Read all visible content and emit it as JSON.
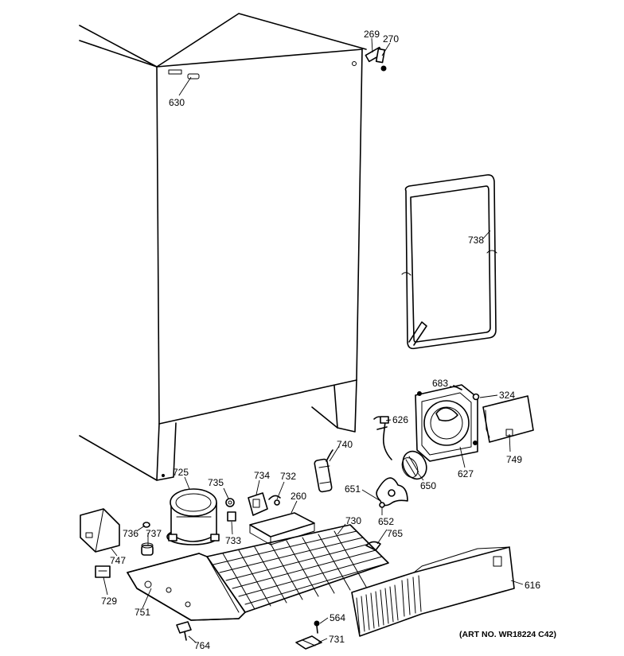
{
  "labels": {
    "p269": "269",
    "p270": "270",
    "p630": "630",
    "p738": "738",
    "p683": "683",
    "p324": "324",
    "p626": "626",
    "p740": "740",
    "p627": "627",
    "p749": "749",
    "p650": "650",
    "p651": "651",
    "p652": "652",
    "p725": "725",
    "p735": "735",
    "p734": "734",
    "p732": "732",
    "p260": "260",
    "p730": "730",
    "p765": "765",
    "p736": "736",
    "p737": "737",
    "p747": "747",
    "p733": "733",
    "p729": "729",
    "p751": "751",
    "p616": "616",
    "p564": "564",
    "p731": "731",
    "p764": "764"
  },
  "art_number": "(ART NO. WR18224 C42)"
}
